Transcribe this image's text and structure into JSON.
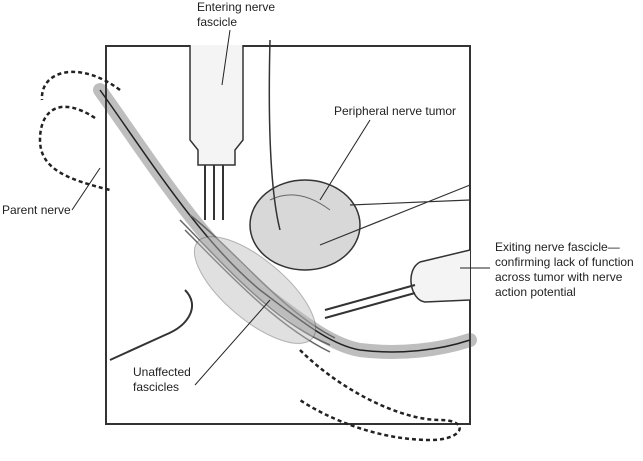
{
  "labels": {
    "entering": [
      "Entering nerve",
      "fascicle"
    ],
    "tumor": "Peripheral nerve tumor",
    "parent": "Parent nerve",
    "exiting": [
      "Exiting nerve fascicle—",
      "confirming lack of function",
      "across tumor with nerve",
      "action potential"
    ],
    "unaffected": [
      "Unaffected",
      "fascicles"
    ]
  }
}
